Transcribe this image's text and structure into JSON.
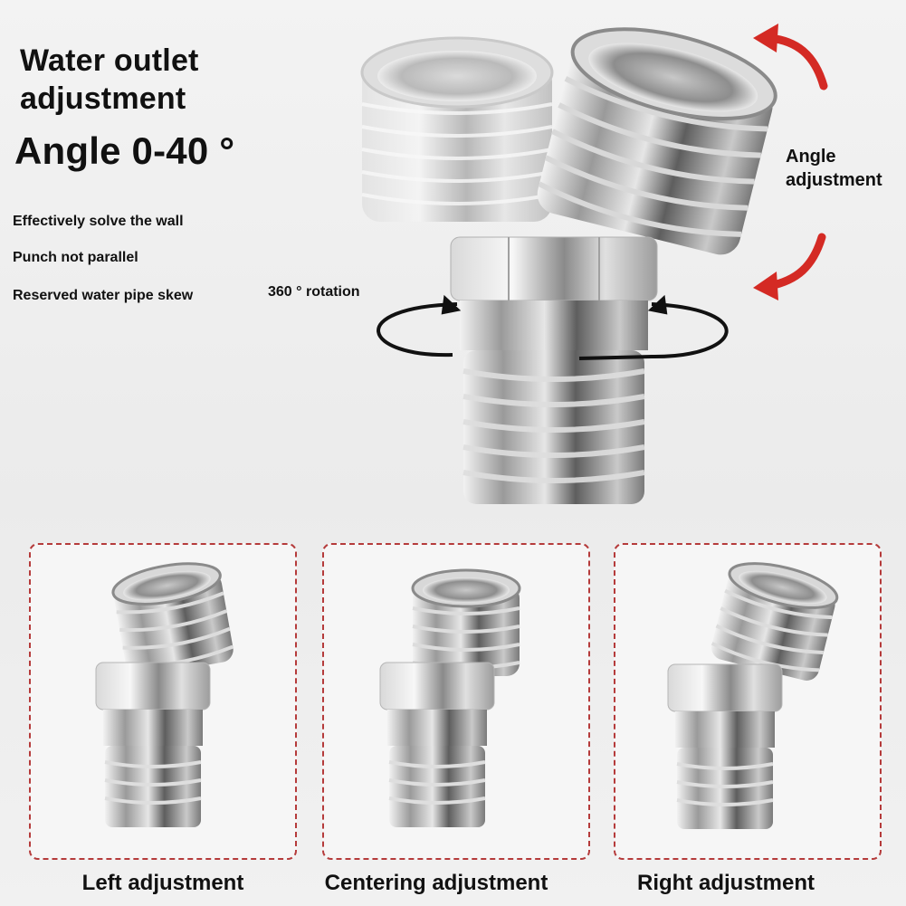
{
  "heading": {
    "line1": "Water outlet",
    "line2": "adjustment",
    "line3": "Angle 0-40 °"
  },
  "features": [
    "Effectively solve the wall",
    "Punch not parallel",
    "Reserved water pipe skew"
  ],
  "rotation_label": "360 ° rotation",
  "angle_label": {
    "line1": "Angle",
    "line2": "adjustment"
  },
  "panels": [
    {
      "caption": "Left adjustment",
      "tilt": "left"
    },
    {
      "caption": "Centering adjustment",
      "tilt": "center"
    },
    {
      "caption": "Right adjustment",
      "tilt": "right"
    }
  ],
  "colors": {
    "accent_arrow": "#d42a24",
    "panel_border": "#b53b3b",
    "metal_light": "#e9e9e9",
    "metal_dark": "#6f6f6f"
  },
  "icons": [
    "curved-arrow-up-icon",
    "curved-arrow-down-icon",
    "rotation-ring-icon"
  ]
}
